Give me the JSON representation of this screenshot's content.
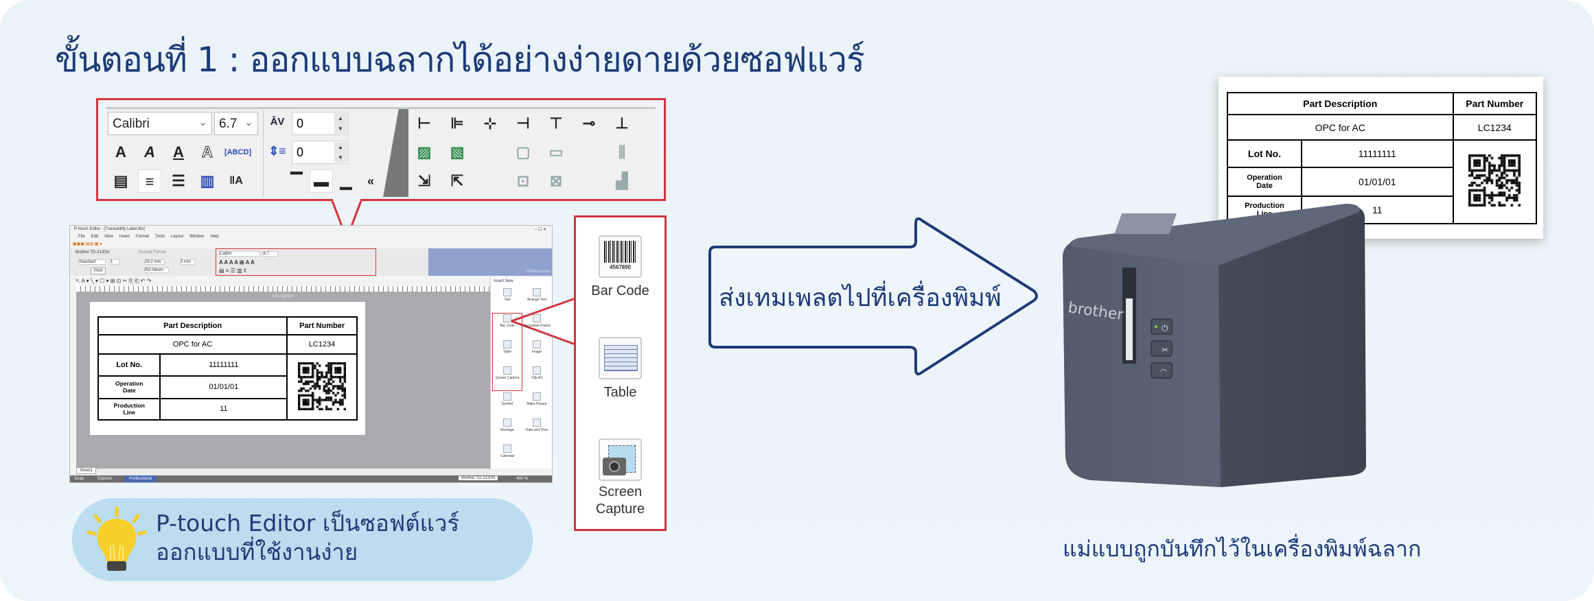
{
  "title": "ขั้นตอนที่ 1 : ออกแบบฉลากได้อย่างง่ายดายด้วยซอฟแวร์",
  "colors": {
    "accent_red": "#d1343c",
    "navy": "#1e3a78",
    "pill": "#bcdcef",
    "background": "#eaf3f7"
  },
  "toolbar_zoom": {
    "font_name": "Calibri",
    "font_size": "6.7",
    "char_spacing": "0",
    "line_spacing": "0",
    "icons": [
      "bold-icon",
      "italic-icon",
      "underline-icon",
      "outline-icon",
      "text-frame-icon",
      "superscript-icon",
      "subscript-icon",
      "align-left-icon",
      "align-center-icon",
      "align-right-icon",
      "justify-icon",
      "vertical-text-icon",
      "numbering-icon",
      "format-icon",
      "top-align-icon",
      "middle-align-icon",
      "bottom-align-icon",
      "collapse-icon"
    ]
  },
  "editor": {
    "window_title": "P-touch Editor - [Traceability Label.lbx]",
    "menu": [
      "File",
      "Edit",
      "View",
      "Insert",
      "Format",
      "Tools",
      "Layout",
      "Window",
      "Help"
    ],
    "printer": "Brother TD-2130N",
    "paper_quality": "Standard",
    "copies": "1",
    "print_label": "Print",
    "format": "Normal Format",
    "length": "28.2 mm",
    "margin": "3 mm",
    "media": "RD 58mm",
    "toolbar_font": "Calibri",
    "toolbar_size": "6.7",
    "mode_badge": "Professional",
    "canvas_title": "RD 58mm",
    "insert_panel_title": "Insert New",
    "insert_items": [
      "Text",
      "Arrange Text",
      "Bar Code",
      "Decorative Frame",
      "Table",
      "Image",
      "Screen Capture",
      "Clip Art",
      "Symbol",
      "Make Picture",
      "Montage",
      "Date and Time",
      "Calendar"
    ],
    "sheet_tab": "Sheet1",
    "status_tabs": [
      "Snap",
      "Express",
      "Professional"
    ],
    "status_printer": "Brother TD-2130N",
    "zoom": "400 %"
  },
  "label": {
    "header_description": "Part Description",
    "header_number": "Part Number",
    "description": "OPC for AC",
    "part_number": "LC1234",
    "lot_label": "Lot No.",
    "lot_value": "11111111",
    "date_label_1": "Operation",
    "date_label_2": "Date",
    "date_value": "01/01/01",
    "line_label_1": "Production",
    "line_label_2": "Line",
    "line_value": "11"
  },
  "insert_panel_zoom": [
    "Bar Code",
    "Table",
    "Screen",
    "Capture"
  ],
  "barcode_digits": "4567890",
  "tip": {
    "line1": "P-touch Editor เป็นซอฟต์แวร์",
    "line2": "ออกแบบที่ใช้งานง่าย"
  },
  "arrow_text": "ส่งเทมเพลตไปที่เครื่องพิมพ์",
  "printer_brand": "brother",
  "caption": "แม่แบบถูกบันทึกไว้ในเครื่องพิมพ์ฉลาก"
}
